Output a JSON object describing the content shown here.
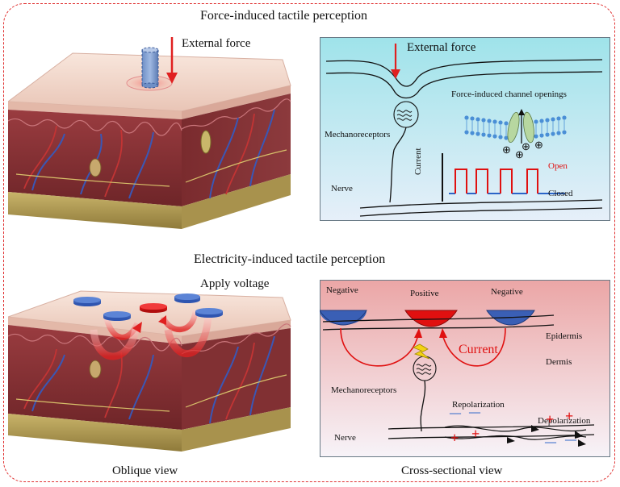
{
  "figure": {
    "top_section_title": "Force-induced tactile perception",
    "bottom_section_title": "Electricity-induced tactile perception",
    "oblique_view_caption": "Oblique view",
    "cross_section_caption": "Cross-sectional view"
  },
  "top_left": {
    "external_force_label": "External force"
  },
  "top_right": {
    "external_force_label": "External force",
    "channel_label": "Force-induced channel openings",
    "mechanoreceptors_label": "Mechanoreceptors",
    "nerve_label": "Nerve",
    "current_axis_label": "Current",
    "open_label": "Open",
    "closed_label": "Closed",
    "ion_symbol": "⊕"
  },
  "bottom_left": {
    "apply_voltage_label": "Apply voltage"
  },
  "bottom_right": {
    "negative_left_label": "Negative",
    "positive_label": "Positive",
    "negative_right_label": "Negative",
    "epidermis_label": "Epidermis",
    "dermis_label": "Dermis",
    "current_label": "Current",
    "mechanoreceptors_label": "Mechanoreceptors",
    "repolarization_label": "Repolarization",
    "depolarization_label": "Depolarization",
    "nerve_label": "Nerve",
    "plus_sign": "+",
    "minus_sign": "—"
  },
  "colors": {
    "frame_dashed": "#e03030",
    "force_arrow": "#e02020",
    "positive_electrode": "#e01010",
    "negative_electrode": "#3a5fb5",
    "open_state": "#e01010",
    "closed_state": "#2a64c8",
    "top_panel_gradient_top": "#9fe3ea",
    "top_panel_gradient_bottom": "#e6eff9",
    "bottom_panel_gradient_top": "#eba6a6",
    "bottom_panel_gradient_bottom": "#f7f3f8",
    "skin_surface": "#f3dcd0",
    "dermis_tissue": "#8c3438",
    "fat_layer": "#b9a259"
  }
}
